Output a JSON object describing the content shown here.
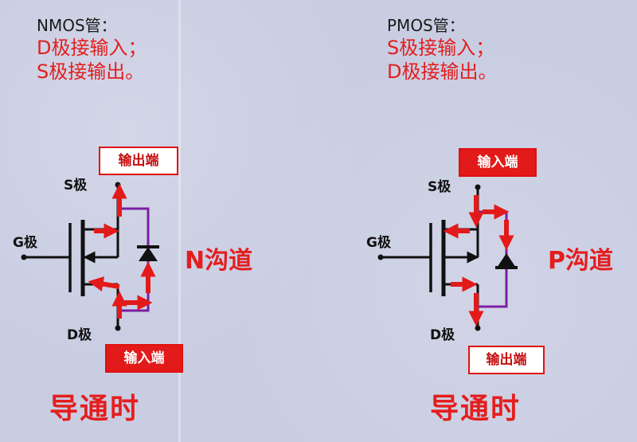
{
  "nmos": {
    "heading": "NMOS管：",
    "line1": "D极接输入；",
    "line2": "S极接输出。",
    "top_tag": "输出端",
    "bottom_tag": "输入端",
    "s_label": "S极",
    "g_label": "G极",
    "d_label": "D极",
    "channel": "N沟道",
    "state": "导通时"
  },
  "pmos": {
    "heading": "PMOS管：",
    "line1": "S极接输入；",
    "line2": "D极接输出。",
    "top_tag": "输入端",
    "bottom_tag": "输出端",
    "s_label": "S极",
    "g_label": "G极",
    "d_label": "D极",
    "channel": "P沟道",
    "state": "导通时"
  },
  "colors": {
    "accent_red": "#e41e1e",
    "diode_wire": "#7b1fa2",
    "arrow_red": "#e31a1a"
  }
}
